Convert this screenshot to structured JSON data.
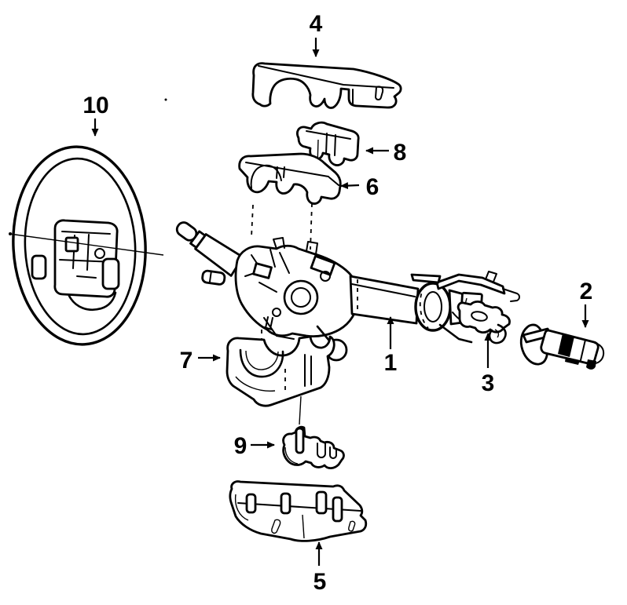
{
  "figure": {
    "type": "exploded-parts-diagram",
    "subject": "steering column assembly",
    "background_color": "#ffffff",
    "line_color": "#000000",
    "callouts": [
      {
        "label": "1"
      },
      {
        "label": "2"
      },
      {
        "label": "3"
      },
      {
        "label": "4"
      },
      {
        "label": "5"
      },
      {
        "label": "6"
      },
      {
        "label": "7"
      },
      {
        "label": "8"
      },
      {
        "label": "9"
      },
      {
        "label": "10"
      }
    ]
  }
}
